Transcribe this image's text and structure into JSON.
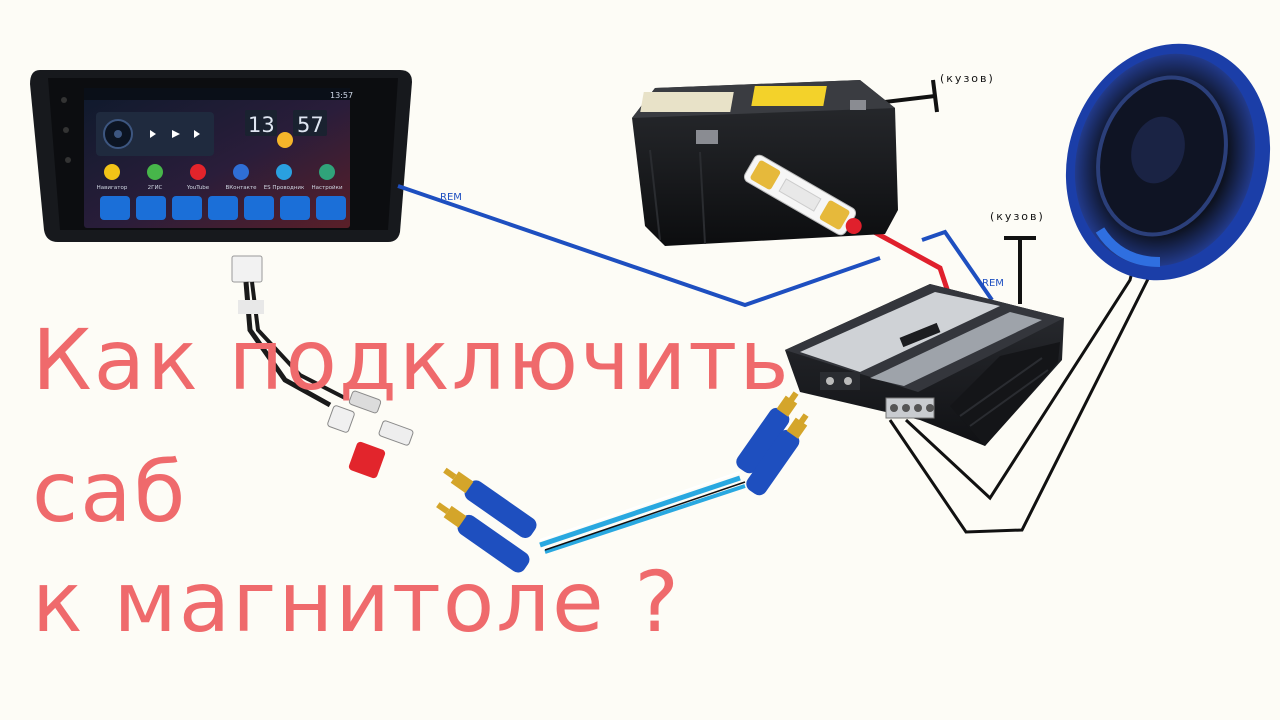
{
  "title": {
    "line1": "Как подключить",
    "line2": "саб",
    "line3": "к магнитоле ?"
  },
  "labels": {
    "rem_head_unit": "REM",
    "rem_amp": "REM",
    "ground_battery": "(кузов)",
    "ground_amp": "(кузов)"
  },
  "head_unit": {
    "clock_hours": "13",
    "clock_minutes": "57",
    "status_time": "13:57",
    "apps": [
      "Навигатор",
      "2ГИС",
      "YouTube",
      "ВКонтакте",
      "ES Проводник",
      "Настройки"
    ]
  },
  "colors": {
    "title": "#ef6a6c",
    "rem_wire": "#1e4fc0",
    "power_wire": "#e0202c",
    "ground_wire": "#111111",
    "rca_cable": "#29a8e0"
  }
}
